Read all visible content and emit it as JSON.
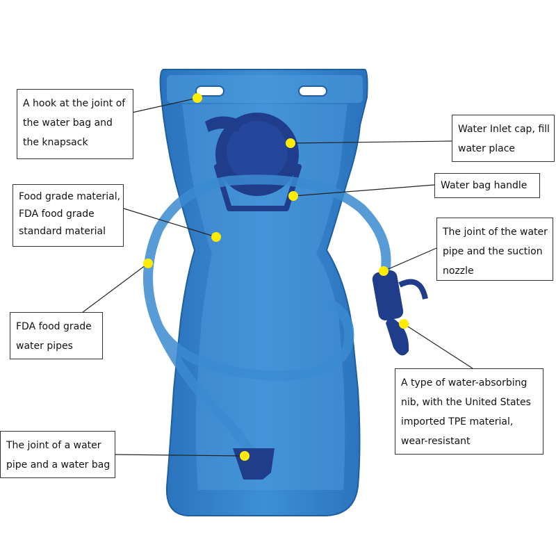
{
  "colors": {
    "bag": "#2f7fc7",
    "bag_light": "#5aa5e2",
    "bag_dark": "#1c5fa6",
    "cap": "#1f3d8a",
    "marker": "#ffec00",
    "leader": "#222222"
  },
  "labels": [
    {
      "id": "hook",
      "lines": [
        "A hook at the joint of",
        "the water bag and",
        "the knapsack"
      ]
    },
    {
      "id": "inlet-cap",
      "lines": [
        "Water Inlet cap, fill",
        "water place"
      ]
    },
    {
      "id": "handle",
      "lines": [
        "Water bag handle"
      ]
    },
    {
      "id": "material",
      "lines": [
        "Food grade material,",
        "FDA food grade",
        "standard material"
      ]
    },
    {
      "id": "nozzle-joint",
      "lines": [
        "The joint of the water",
        "pipe and the suction",
        "nozzle"
      ]
    },
    {
      "id": "pipes",
      "lines": [
        "FDA food grade",
        "water pipes"
      ]
    },
    {
      "id": "nib",
      "lines": [
        "A type of water-absorbing",
        "nib, with the United States",
        "imported TPE material,",
        "wear-resistant"
      ]
    },
    {
      "id": "pipe-joint",
      "lines": [
        "The joint of a water",
        "pipe and a water bag"
      ]
    }
  ]
}
